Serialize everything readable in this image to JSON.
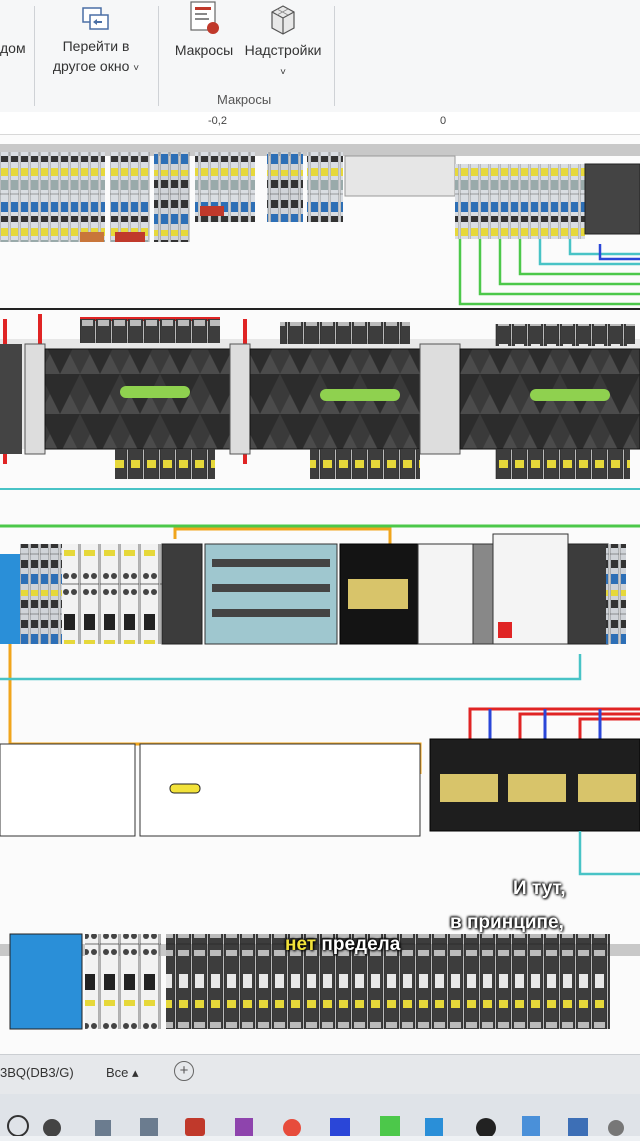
{
  "ribbon": {
    "partial_label": "дом",
    "switch_window": {
      "line1": "Перейти в",
      "line2": "другое окно",
      "arrow": "˅"
    },
    "macros_button": "Макросы",
    "addins_button": "Надстройки",
    "addins_arrow": "˅",
    "group_label": "Макросы"
  },
  "ruler": {
    "labels": [
      "-0,2",
      "0"
    ]
  },
  "statusbar": {
    "sheet_tab": "3BQ(DB3/G)",
    "all_label": "Все ▴",
    "add_sheet": "+"
  },
  "captions": {
    "line1": "И тут,",
    "line2": "в принципе,",
    "line3_highlight": "нет",
    "line3_rest": " предела"
  },
  "colors": {
    "caption_highlight": "#f2e23a",
    "wire_orange": "#f0a51c",
    "wire_green": "#4cc84a",
    "wire_cyan": "#48c3c6",
    "wire_red": "#e02424",
    "wire_blue": "#2a46d8"
  }
}
